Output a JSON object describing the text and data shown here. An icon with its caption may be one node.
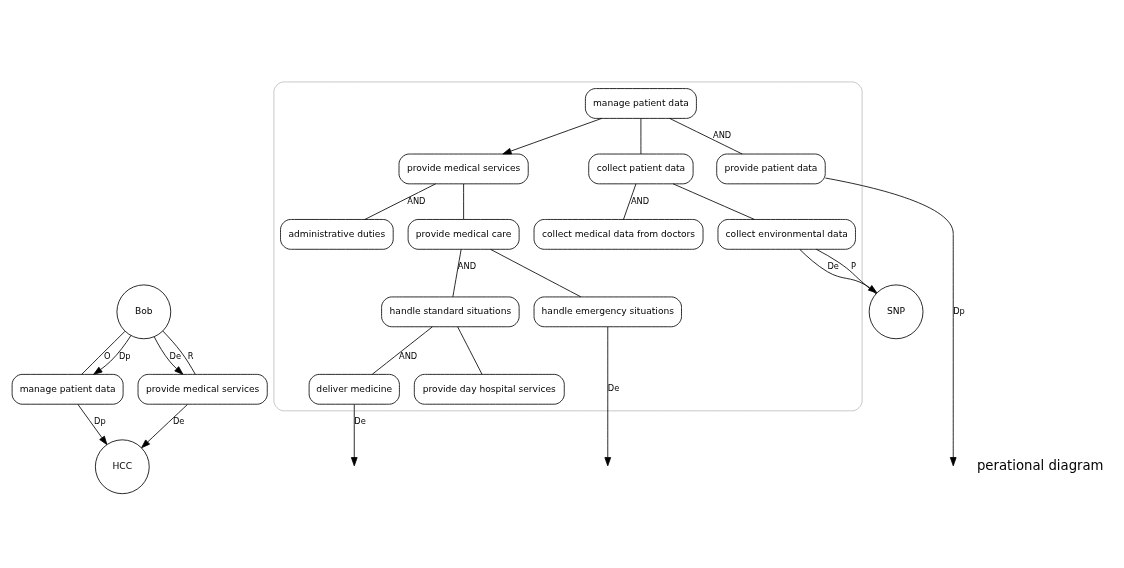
{
  "diagram": {
    "nodes": [
      {
        "text": [
          "manage patient data"
        ]
      },
      {
        "text": [
          "HCC"
        ]
      },
      {
        "text": [
          "provide medical services"
        ]
      },
      {
        "text": [
          "Bob"
        ]
      },
      {
        "text": [],
        "shape": "ellipse"
      },
      {
        "text": [
          "provide medical services"
        ],
        "in": 4
      },
      {
        "text": [
          "manage patient data"
        ],
        "in": 4
      },
      {
        "text": [
          "administrative duties"
        ],
        "in": 4
      },
      {
        "text": [
          "provide medical care"
        ],
        "in": 4
      },
      {
        "text": [
          "provide patient data"
        ],
        "in": 4
      },
      {
        "text": [
          "collect patient data"
        ],
        "in": 4
      },
      {
        "text": [
          "handle standard situations"
        ],
        "in": 4
      },
      {
        "text": [
          "handle emergency situations"
        ],
        "in": 4
      },
      {
        "text": [
          "collect medical data from doctors"
        ],
        "in": 4
      },
      {
        "text": [
          "collect environmental data"
        ],
        "in": 4
      },
      {
        "text": [
          "deliver medicine"
        ],
        "in": 4
      },
      {
        "text": [
          "provide day hospital services"
        ],
        "in": 4
      },
      {
        "text": [
          "SNP"
        ]
      }
    ],
    "edges": [
      {
        "from": 0,
        "to": 1,
        "arrow": "to",
        "label": "Dp"
      },
      {
        "from": 2,
        "to": 1,
        "arrow": "to",
        "label": "De"
      },
      {
        "from": 3,
        "to": 0,
        "arrow": "none",
        "label": "O"
      },
      {
        "from": 3,
        "to": 0,
        "arrow": "to",
        "label": "Dp"
      },
      {
        "from": 3,
        "to": 2,
        "arrow": "to",
        "label": "De"
      },
      {
        "from": 3,
        "to": 2,
        "arrow": "none",
        "label": "R"
      },
      {
        "from": 6,
        "to": 5,
        "arrow": "to"
      },
      {
        "from": 5,
        "to": 7,
        "arrow": "none",
        "label": "AND"
      },
      {
        "from": 5,
        "to": 8,
        "arrow": "none"
      },
      {
        "from": 6,
        "to": 9,
        "arrow": "none",
        "label": "AND"
      },
      {
        "from": 6,
        "to": 10,
        "arrow": "none"
      },
      {
        "from": 8,
        "to": 11,
        "arrow": "none",
        "label": "AND"
      },
      {
        "from": 8,
        "to": 12,
        "arrow": "none"
      },
      {
        "from": 10,
        "to": 13,
        "arrow": "none",
        "label": "AND"
      },
      {
        "from": 10,
        "to": 14,
        "arrow": "none"
      },
      {
        "from": 11,
        "to": 15,
        "arrow": "none",
        "label": "AND"
      },
      {
        "from": 11,
        "to": 16,
        "arrow": "none"
      },
      {
        "from": 15,
        "to": null,
        "arrow": "to",
        "label": "De"
      },
      {
        "from": 12,
        "to": null,
        "arrow": "to",
        "label": "De"
      },
      {
        "from": 9,
        "to": null,
        "arrow": "to",
        "label": "Dp"
      },
      {
        "from": 14,
        "to": 17,
        "arrow": "to",
        "label": "De"
      },
      {
        "from": 14,
        "to": 17,
        "arrow": "none",
        "label": "P"
      }
    ],
    "labels": [
      "perational diagram"
    ]
  }
}
